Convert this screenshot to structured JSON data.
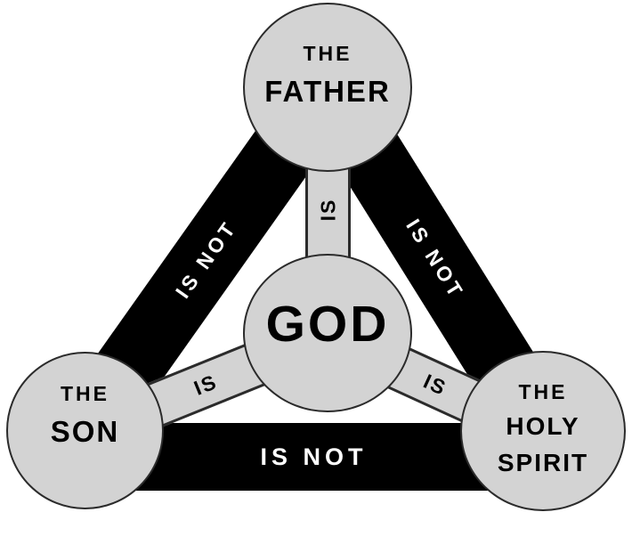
{
  "nodes": {
    "father": {
      "line1": "THE",
      "line2": "FATHER"
    },
    "god": {
      "label": "GOD"
    },
    "son": {
      "line1": "THE",
      "line2": "SON"
    },
    "holy_spirit": {
      "line1": "THE",
      "line2": "HOLY",
      "line3": "SPIRIT"
    }
  },
  "edges": {
    "father_son": "IS NOT",
    "father_holy_spirit": "IS NOT",
    "son_holy_spirit": "IS NOT",
    "father_god": "IS",
    "son_god": "IS",
    "holy_spirit_god": "IS"
  },
  "colors": {
    "background": "#ffffff",
    "circle_fill": "#d3d3d3",
    "circle_border": "#2b2b2b",
    "negation_band_fill": "#000000",
    "negation_band_text": "#ffffff",
    "affirmation_band_fill": "#d3d3d3",
    "label_text": "#000000"
  }
}
